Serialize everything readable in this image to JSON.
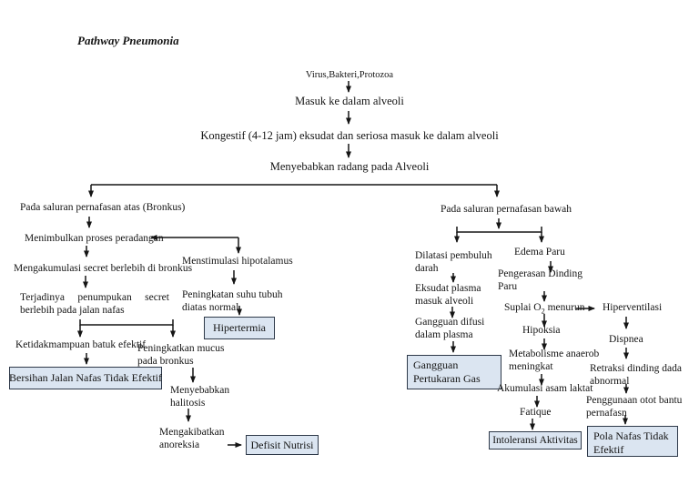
{
  "title": "Pathway Pneumonia",
  "chain": {
    "agents": "Virus,Bakteri,Protozoa",
    "masuk": "Masuk ke dalam alveoli",
    "kongestif": "Kongestif (4-12 jam) eksudat dan seriosa masuk ke dalam alveoli",
    "radang": "Menyebabkan radang pada Alveoli"
  },
  "upper_airway": {
    "title": "Pada saluran pernafasan atas (Bronkus)",
    "peradangan": "Menimbulkan proses peradangan",
    "akumulasi": "Mengakumulasi secret berlebih di bronkus",
    "penumpukan": "Terjadinya penumpukan secret berlebih pada jalan nafas",
    "batuk": "Ketidakmampuan batuk efektif",
    "dx_bersihan": "Bersihan Jalan Nafas Tidak Efektif",
    "hipotalamus": "Menstimulasi hipotalamus",
    "suhu": "Peningkatan suhu tubuh diatas normal",
    "dx_hipertermia": "Hipertermia",
    "mucus": "Peningkatkan mucus pada bronkus",
    "halitosis": "Menyebabkan halitosis",
    "anoreksia": "Mengakibatkan anoreksia",
    "dx_nutrisi": "Defisit Nutrisi"
  },
  "lower_airway": {
    "title": "Pada saluran pernafasan bawah",
    "dilatasi": "Dilatasi pembuluh darah",
    "eksudat": "Eksudat plasma masuk alveoli",
    "difusi": "Gangguan difusi dalam plasma",
    "dx_pertukaran": "Gangguan Pertukaran Gas",
    "edema": "Edema Paru",
    "pengerasan": "Pengerasan Dinding Paru",
    "suplai_pre": "Suplai O",
    "suplai_sub": "2",
    "suplai_post": " menurun",
    "hipoksia": "Hipoksia",
    "metabolisme": "Metabolisme anaerob meningkat",
    "laktat": "Akumulasi asam laktat",
    "fatique": "Fatique",
    "dx_intoleransi": "Intoleransi Aktivitas",
    "hiperventilasi": "Hiperventilasi",
    "dispnea": "Dispnea",
    "retraksi": "Retraksi dinding dada abnormal",
    "otot": "Penggunaan otot bantu pernafasn",
    "dx_pola": "Pola Nafas Tidak Efektif"
  },
  "colors": {
    "page_bg": "#ffffff",
    "text_color": "#141414",
    "line_color": "#151515",
    "box_fill": "#dbe5f1",
    "box_border": "#2e3949"
  }
}
